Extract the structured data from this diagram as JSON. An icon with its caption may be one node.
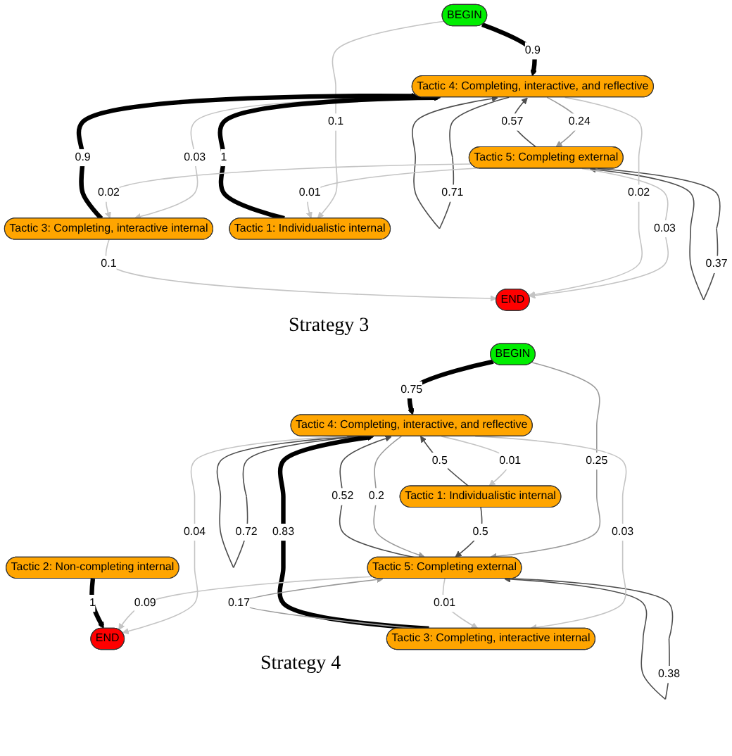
{
  "diagram": {
    "nodes": [
      {
        "text": [
          "BEGIN"
        ]
      },
      {
        "text": [
          "Tactic 4: Completing, interactive, and reflective"
        ]
      },
      {
        "text": [
          "Tactic 5: Completing external"
        ]
      },
      {
        "text": [
          "Tactic 3: Completing, interactive internal"
        ]
      },
      {
        "text": [
          "Tactic 1: Individualistic internal"
        ]
      },
      {
        "text": [
          "END"
        ]
      },
      {
        "text": [
          "BEGIN"
        ]
      },
      {
        "text": [
          "Tactic 4: Completing, interactive, and reflective"
        ]
      },
      {
        "text": [
          "Tactic 1: Individualistic internal"
        ]
      },
      {
        "text": [
          "Tactic 2: Non-completing internal"
        ]
      },
      {
        "text": [
          "Tactic 5: Completing external"
        ]
      },
      {
        "text": [
          "END"
        ]
      },
      {
        "text": [
          "Tactic 3: Completing, interactive internal"
        ]
      }
    ],
    "edges": [
      {
        "from": 0,
        "to": 1,
        "arrow": "to",
        "label": "0.9",
        "style": "thick",
        "color": "#000000"
      },
      {
        "from": 0,
        "to": 4,
        "arrow": "to",
        "label": "0.1"
      },
      {
        "from": 1,
        "to": 1,
        "arrow": "to",
        "label": "0.71",
        "color": "#4d4d4d"
      },
      {
        "from": 1,
        "to": 2,
        "arrow": "to",
        "label": "0.24",
        "color": "#999999"
      },
      {
        "from": 2,
        "to": 1,
        "arrow": "to",
        "label": "0.57",
        "color": "#4d4d4d"
      },
      {
        "from": 2,
        "to": 2,
        "arrow": "to",
        "label": "0.37",
        "color": "#4d4d4d"
      },
      {
        "from": 1,
        "to": 3,
        "arrow": "to",
        "label": "0.03"
      },
      {
        "from": 3,
        "to": 1,
        "arrow": "to",
        "label": "0.9",
        "style": "thick",
        "color": "#000000"
      },
      {
        "from": 4,
        "to": 1,
        "arrow": "to",
        "label": "1",
        "style": "thick",
        "color": "#000000"
      },
      {
        "from": 2,
        "to": 3,
        "arrow": "to",
        "label": "0.02"
      },
      {
        "from": 2,
        "to": 4,
        "arrow": "to",
        "label": "0.01"
      },
      {
        "from": 2,
        "to": 5,
        "arrow": "to",
        "label": "0.03"
      },
      {
        "from": 1,
        "to": 5,
        "arrow": "to",
        "label": "0.02"
      },
      {
        "from": 3,
        "to": 5,
        "arrow": "to",
        "label": "0.1"
      },
      {
        "from": 6,
        "to": 7,
        "arrow": "to",
        "label": "0.75",
        "style": "thick",
        "color": "#000000"
      },
      {
        "from": 6,
        "to": 10,
        "arrow": "to",
        "label": "0.25",
        "color": "#999999"
      },
      {
        "from": 7,
        "to": 7,
        "arrow": "to",
        "label": "0.72",
        "color": "#4d4d4d"
      },
      {
        "from": 7,
        "to": 8,
        "arrow": "to",
        "label": "0.01"
      },
      {
        "from": 8,
        "to": 7,
        "arrow": "to",
        "label": "0.5",
        "color": "#4d4d4d"
      },
      {
        "from": 8,
        "to": 10,
        "arrow": "to",
        "label": "0.5",
        "color": "#4d4d4d"
      },
      {
        "from": 7,
        "to": 10,
        "arrow": "to",
        "label": "0.2",
        "color": "#999999"
      },
      {
        "from": 10,
        "to": 7,
        "arrow": "to",
        "label": "0.52",
        "color": "#4d4d4d"
      },
      {
        "from": 7,
        "to": 11,
        "arrow": "to",
        "label": "0.04"
      },
      {
        "from": 10,
        "to": 10,
        "arrow": "to",
        "label": "0.38",
        "color": "#4d4d4d"
      },
      {
        "from": 7,
        "to": 12,
        "arrow": "to",
        "label": "0.03"
      },
      {
        "from": 12,
        "to": 7,
        "arrow": "to",
        "label": "0.83",
        "style": "thick",
        "color": "#000000"
      },
      {
        "from": 10,
        "to": 12,
        "arrow": "to",
        "label": "0.01"
      },
      {
        "from": 12,
        "to": 10,
        "arrow": "to",
        "label": "0.17",
        "color": "#999999"
      },
      {
        "from": 10,
        "to": 11,
        "arrow": "to",
        "label": "0.09"
      },
      {
        "from": 9,
        "to": 11,
        "arrow": "to",
        "label": "1",
        "style": "thick",
        "color": "#000000"
      }
    ],
    "labels": [
      "Strategy 3",
      "Strategy 4"
    ]
  }
}
